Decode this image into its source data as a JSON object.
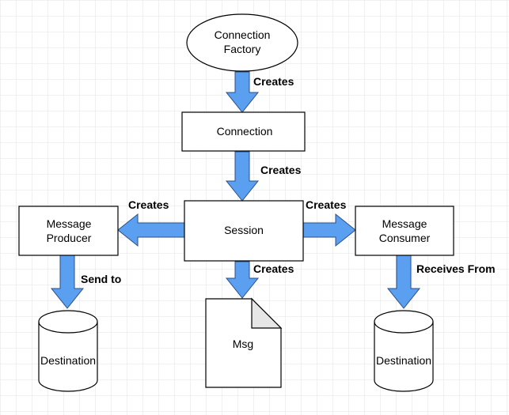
{
  "colors": {
    "background": "#ffffff",
    "grid": "#e3e3e3",
    "node_stroke": "#000000",
    "node_fill": "#ffffff",
    "arrow_fill": "#5b9ff0",
    "arrow_stroke": "#2b4f86",
    "doc_fold": "#e6e6e6"
  },
  "nodes": {
    "connection_factory": {
      "line1": "Connection",
      "line2": "Factory"
    },
    "connection": {
      "label": "Connection"
    },
    "session": {
      "label": "Session"
    },
    "message_producer": {
      "line1": "Message",
      "line2": "Producer"
    },
    "message_consumer": {
      "line1": "Message",
      "line2": "Consumer"
    },
    "msg": {
      "label": "Msg"
    },
    "destination_left": {
      "label": "Destination"
    },
    "destination_right": {
      "label": "Destination"
    }
  },
  "edges": {
    "factory_to_connection": {
      "label": "Creates"
    },
    "connection_to_session": {
      "label": "Creates"
    },
    "session_to_producer": {
      "label": "Creates"
    },
    "session_to_consumer": {
      "label": "Creates"
    },
    "session_to_msg": {
      "label": "Creates"
    },
    "producer_to_destination": {
      "label": "Send to"
    },
    "consumer_from_destination": {
      "label": "Receives From"
    }
  }
}
